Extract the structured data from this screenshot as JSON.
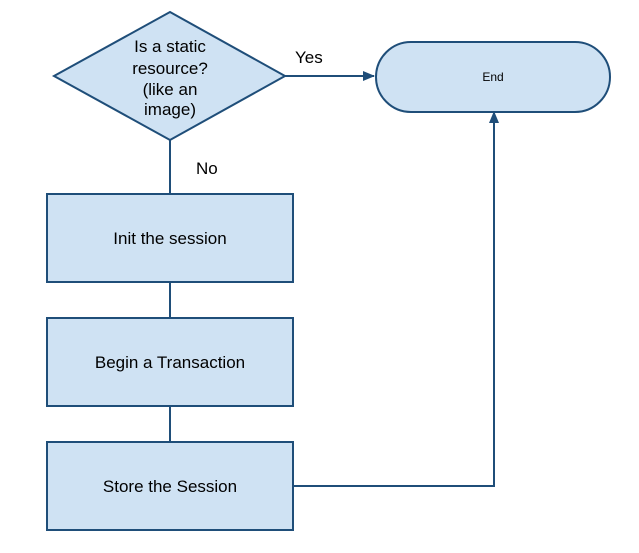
{
  "diagram": {
    "nodes": {
      "decision": {
        "line1": "Is a static",
        "line2": "resource?",
        "line3": "(like an",
        "line4": "image)"
      },
      "end": {
        "label": "End"
      },
      "init_session": {
        "label": "Init the session"
      },
      "begin_transaction": {
        "label": "Begin a Transaction"
      },
      "store_session": {
        "label": "Store the Session"
      }
    },
    "edges": {
      "yes": {
        "label": "Yes"
      },
      "no": {
        "label": "No"
      }
    },
    "colors": {
      "node_fill": "#cfe2f3",
      "node_stroke": "#1f4e79",
      "connector": "#1f4e79"
    }
  }
}
